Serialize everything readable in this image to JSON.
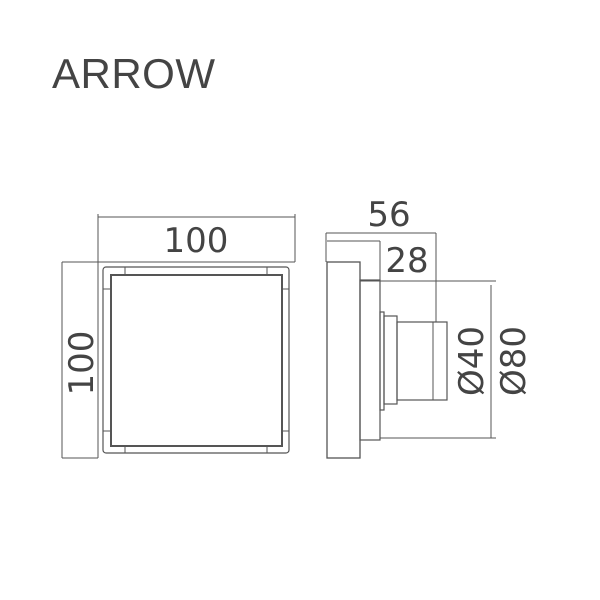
{
  "title": "ARROW",
  "front_view": {
    "width_label": "100",
    "height_label": "100"
  },
  "side_view": {
    "depth_total_label": "56",
    "depth_body_label": "28",
    "pipe_diameter_label": "Ø40",
    "body_diameter_label": "Ø80"
  },
  "colors": {
    "line": "#555555",
    "text": "#444444"
  }
}
